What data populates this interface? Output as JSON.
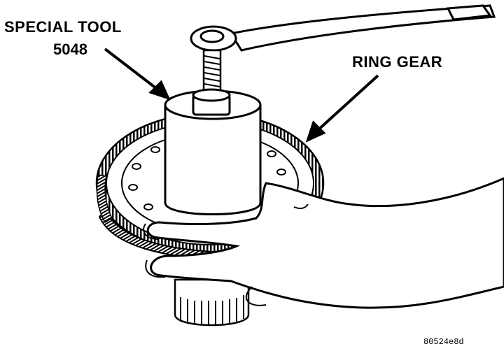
{
  "labels": {
    "special_tool_line1": "SPECIAL TOOL",
    "special_tool_line2": "5048",
    "ring_gear": "RING GEAR",
    "figure_code": "80524e8d"
  }
}
